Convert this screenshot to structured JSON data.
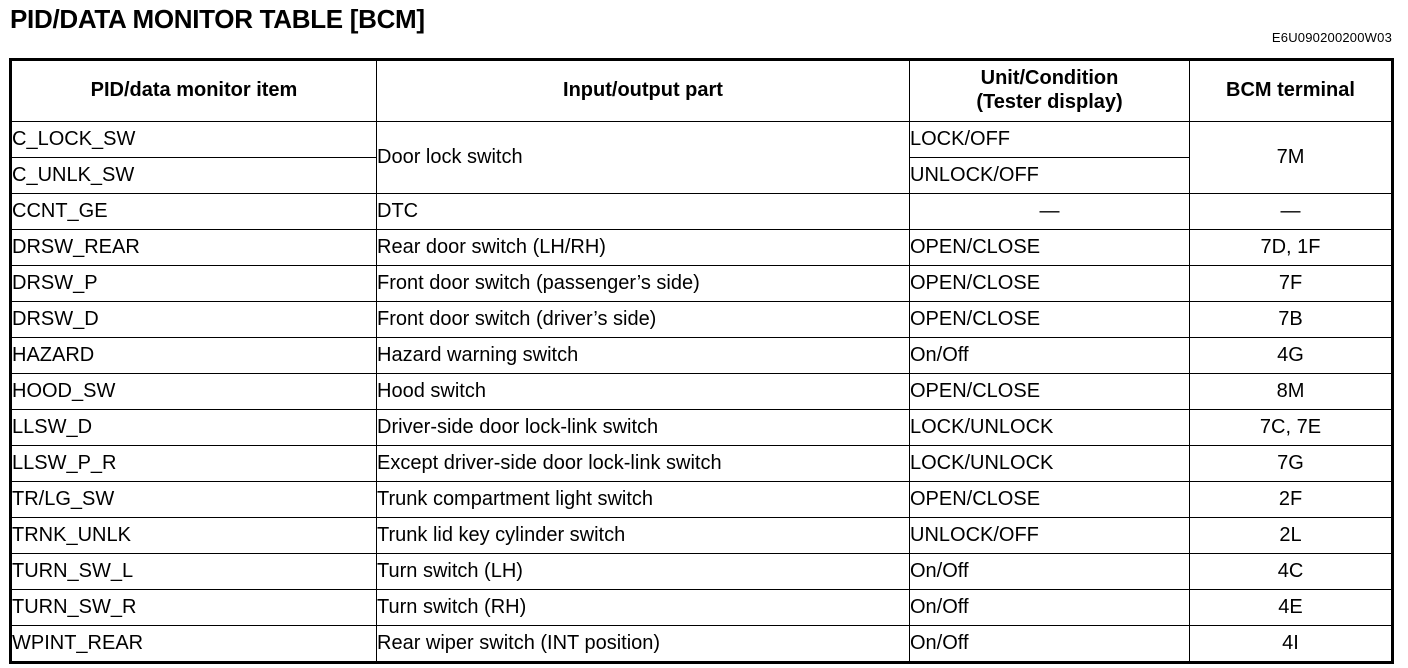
{
  "document": {
    "title": "PID/DATA MONITOR TABLE [BCM]",
    "doc_id": "E6U090200200W03"
  },
  "table": {
    "headers": {
      "col1": "PID/data monitor item",
      "col2": "Input/output part",
      "col3_line1": "Unit/Condition",
      "col3_line2": "(Tester display)",
      "col4": "BCM terminal"
    },
    "rows": [
      {
        "pid": "C_LOCK_SW",
        "part": "Door lock switch",
        "part_rowspan": 2,
        "unit": "LOCK/OFF",
        "terminal": "7M",
        "terminal_rowspan": 2
      },
      {
        "pid": "C_UNLK_SW",
        "unit": "UNLOCK/OFF"
      },
      {
        "pid": "CCNT_GE",
        "part": "DTC",
        "unit": "—",
        "terminal": "—"
      },
      {
        "pid": "DRSW_REAR",
        "part": "Rear door switch (LH/RH)",
        "unit": "OPEN/CLOSE",
        "terminal": "7D, 1F"
      },
      {
        "pid": "DRSW_P",
        "part": "Front door switch (passenger’s side)",
        "unit": "OPEN/CLOSE",
        "terminal": "7F"
      },
      {
        "pid": "DRSW_D",
        "part": "Front door switch (driver’s side)",
        "unit": "OPEN/CLOSE",
        "terminal": "7B"
      },
      {
        "pid": "HAZARD",
        "part": "Hazard warning switch",
        "unit": "On/Off",
        "terminal": "4G"
      },
      {
        "pid": "HOOD_SW",
        "part": "Hood switch",
        "unit": "OPEN/CLOSE",
        "terminal": "8M"
      },
      {
        "pid": "LLSW_D",
        "part": "Driver-side door lock-link switch",
        "unit": "LOCK/UNLOCK",
        "terminal": "7C, 7E"
      },
      {
        "pid": "LLSW_P_R",
        "part": "Except driver-side door lock-link switch",
        "unit": "LOCK/UNLOCK",
        "terminal": "7G"
      },
      {
        "pid": "TR/LG_SW",
        "part": "Trunk compartment light switch",
        "unit": "OPEN/CLOSE",
        "terminal": "2F"
      },
      {
        "pid": "TRNK_UNLK",
        "part": "Trunk lid key cylinder switch",
        "unit": "UNLOCK/OFF",
        "terminal": "2L"
      },
      {
        "pid": "TURN_SW_L",
        "part": "Turn switch (LH)",
        "unit": "On/Off",
        "terminal": "4C"
      },
      {
        "pid": "TURN_SW_R",
        "part": "Turn switch (RH)",
        "unit": "On/Off",
        "terminal": "4E"
      },
      {
        "pid": "WPINT_REAR",
        "part": "Rear wiper switch (INT position)",
        "unit": "On/Off",
        "terminal": "4I"
      }
    ]
  }
}
